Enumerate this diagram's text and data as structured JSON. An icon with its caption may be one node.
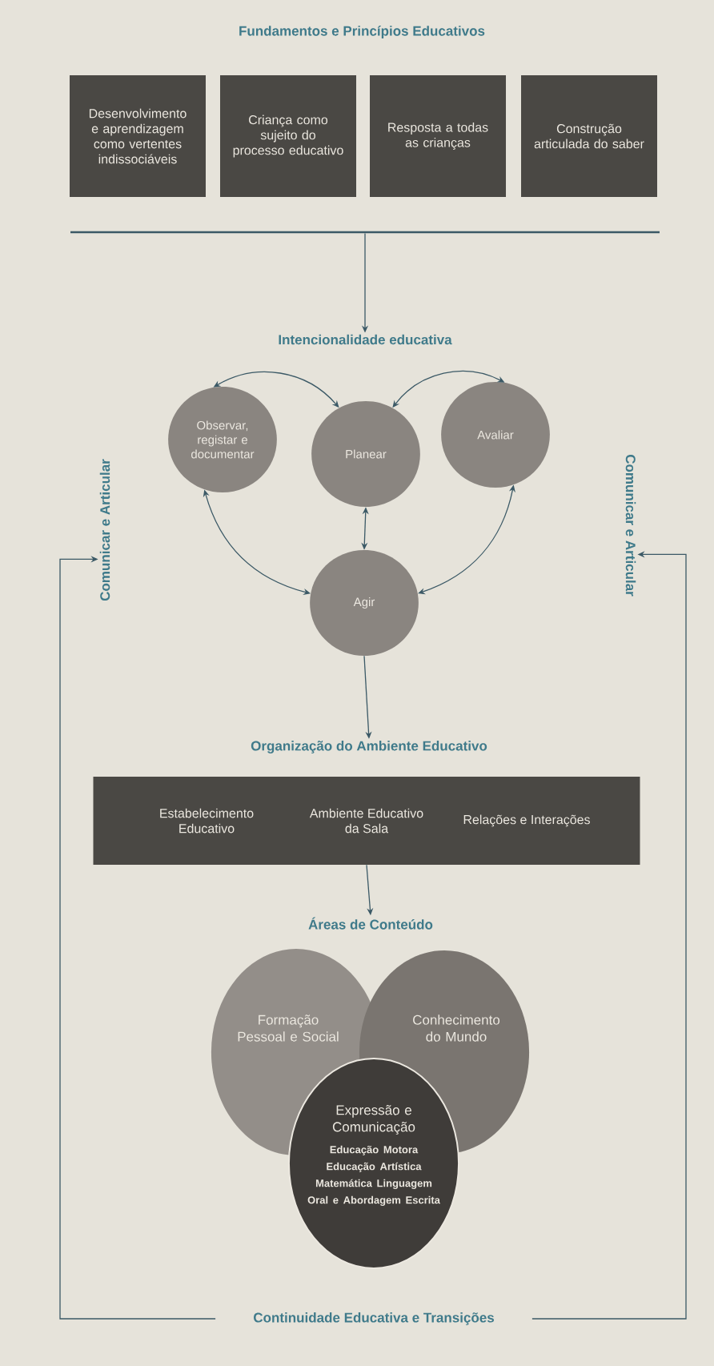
{
  "diagram": {
    "nodes": [
      {
        "text": [
          "Fundamentos e Princípios Educativos"
        ]
      },
      {
        "text": [
          "Desenvolvimento e aprendizagem como vertentes indissociáveis"
        ]
      },
      {
        "text": [
          "Criança como sujeito do processo educativo"
        ]
      },
      {
        "text": [
          "Resposta a todas as crianças"
        ]
      },
      {
        "text": [
          "Construção articulada do saber"
        ]
      },
      {
        "text": [],
        "shape": "bar"
      },
      {
        "text": [
          "Intencionalidade educativa"
        ]
      },
      {
        "text": [
          "Observar, registar e documentar"
        ]
      },
      {
        "text": [
          "Planear"
        ]
      },
      {
        "text": [
          "Avaliar"
        ]
      },
      {
        "text": [
          "Comunicar e Articular"
        ]
      },
      {
        "text": [
          "Comunicar e Articular"
        ]
      },
      {
        "text": [
          "Agir"
        ]
      },
      {
        "text": [
          "Organização do Ambiente Educativo"
        ]
      },
      {
        "text": [
          "Estabelecimento Educativo",
          "Ambiente Educativo da Sala",
          "Relações e Interações"
        ]
      },
      {
        "text": [
          "Áreas de Conteúdo"
        ]
      },
      {
        "text": [
          "Formação Pessoal e Social"
        ]
      },
      {
        "text": [
          "Conhecimento do Mundo"
        ]
      },
      {
        "text": [
          "Expressão e Comunicação",
          "Educação Motora Educação Artística Matemática Linguagem Oral e Abordagem Escrita"
        ]
      },
      {
        "text": [
          "Continuidade Educativa e Transições"
        ]
      }
    ],
    "edges": [
      {
        "from": 5,
        "to": 6,
        "arrow": "to"
      },
      {
        "from": 7,
        "to": 8,
        "arrow": "both"
      },
      {
        "from": 8,
        "to": 9,
        "arrow": "both"
      },
      {
        "from": 7,
        "to": 12,
        "arrow": "both"
      },
      {
        "from": 8,
        "to": 12,
        "arrow": "both"
      },
      {
        "from": 9,
        "to": 12,
        "arrow": "both"
      },
      {
        "from": 12,
        "to": 13,
        "arrow": "to"
      },
      {
        "from": 14,
        "to": 15,
        "arrow": "to"
      },
      {
        "from": 19,
        "to": 10,
        "arrow": "to"
      },
      {
        "from": 19,
        "to": 11,
        "arrow": "to"
      }
    ]
  }
}
